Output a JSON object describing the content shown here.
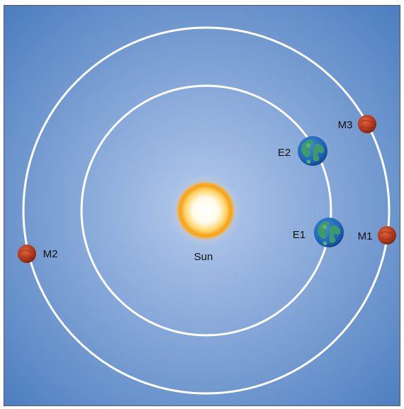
{
  "colors": {
    "background_center": "#b4c9ec",
    "background_edge": "#4e7fc0",
    "orbit": "#ffffff",
    "sun_core": "#fffbea",
    "sun_glow": "#f4a21a",
    "mars": "#b4391e",
    "earth_ocean": "#1f64b8",
    "earth_land": "#3f9a6a"
  },
  "icons": {
    "sun": "sun-icon",
    "earth": "earth-icon",
    "mars": "mars-icon"
  },
  "labels": {
    "sun": "Sun",
    "earth_positions": [
      "E1",
      "E2"
    ],
    "mars_positions": [
      "M1",
      "M2",
      "M3"
    ]
  }
}
